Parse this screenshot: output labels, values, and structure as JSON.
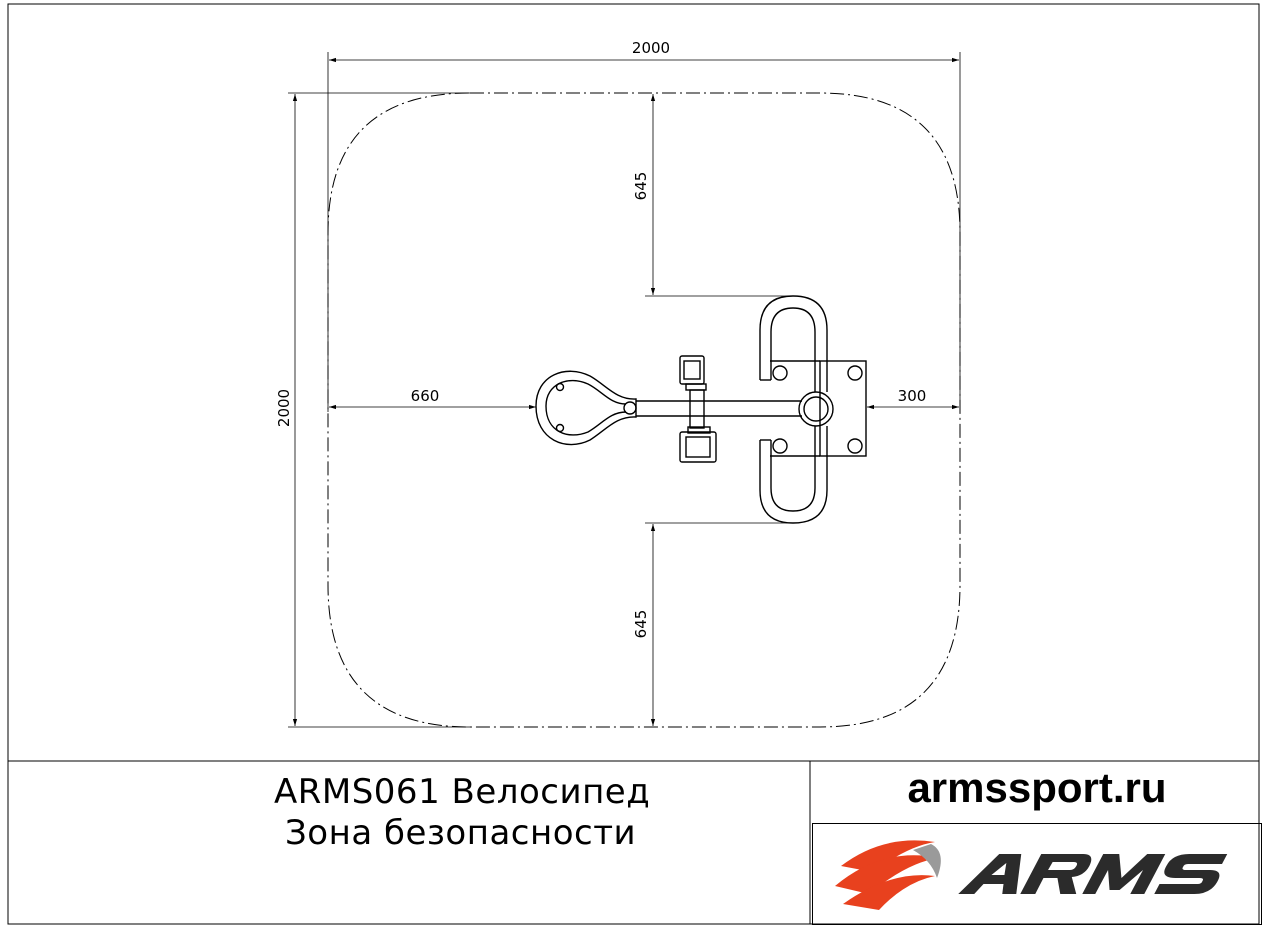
{
  "drawing": {
    "dimensions": {
      "overall_width": "2000",
      "overall_height": "2000",
      "top_clearance": "645",
      "bottom_clearance": "645",
      "left_clearance": "660",
      "right_clearance": "300"
    }
  },
  "title_block": {
    "line1": "ARMS061 Велосипед",
    "line2": "Зона безопасности",
    "website": "armssport.ru",
    "logo_text": "ARMS"
  },
  "colors": {
    "line": "#000000",
    "logo_red": "#e8411e",
    "logo_dark": "#2b2b2b",
    "logo_gray": "#9a9a9a"
  }
}
